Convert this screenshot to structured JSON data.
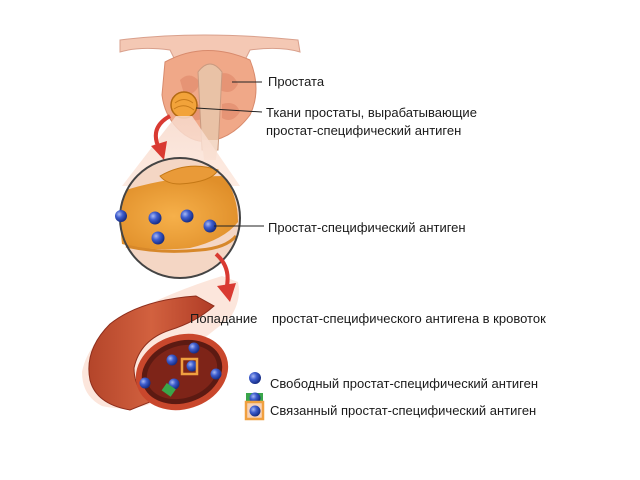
{
  "labels": {
    "prostate": "Простата",
    "tissue_line1": "Ткани простаты, вырабатывающие",
    "tissue_line2": "простат-специфический антиген",
    "psa": "Простат-специфический антиген",
    "entry_prefix": "Попадание",
    "entry_rest": "простат-специфического антигена в кровоток"
  },
  "legend": [
    {
      "label": "Свободный простат-специфический антиген",
      "icon": "free-psa-icon"
    },
    {
      "label": "Связанный простат-специфический антиген",
      "icon": "bound-psa-icon"
    }
  ],
  "colors": {
    "prostate_tissue": "#f0a888",
    "gland_orange": "#f2a33a",
    "molecule_blue": "#2f4fc0",
    "arrow_red": "#d93a32",
    "vessel_red": "#c9472c",
    "binding_orange": "#f0a040",
    "binding_green": "#3aa64a"
  }
}
